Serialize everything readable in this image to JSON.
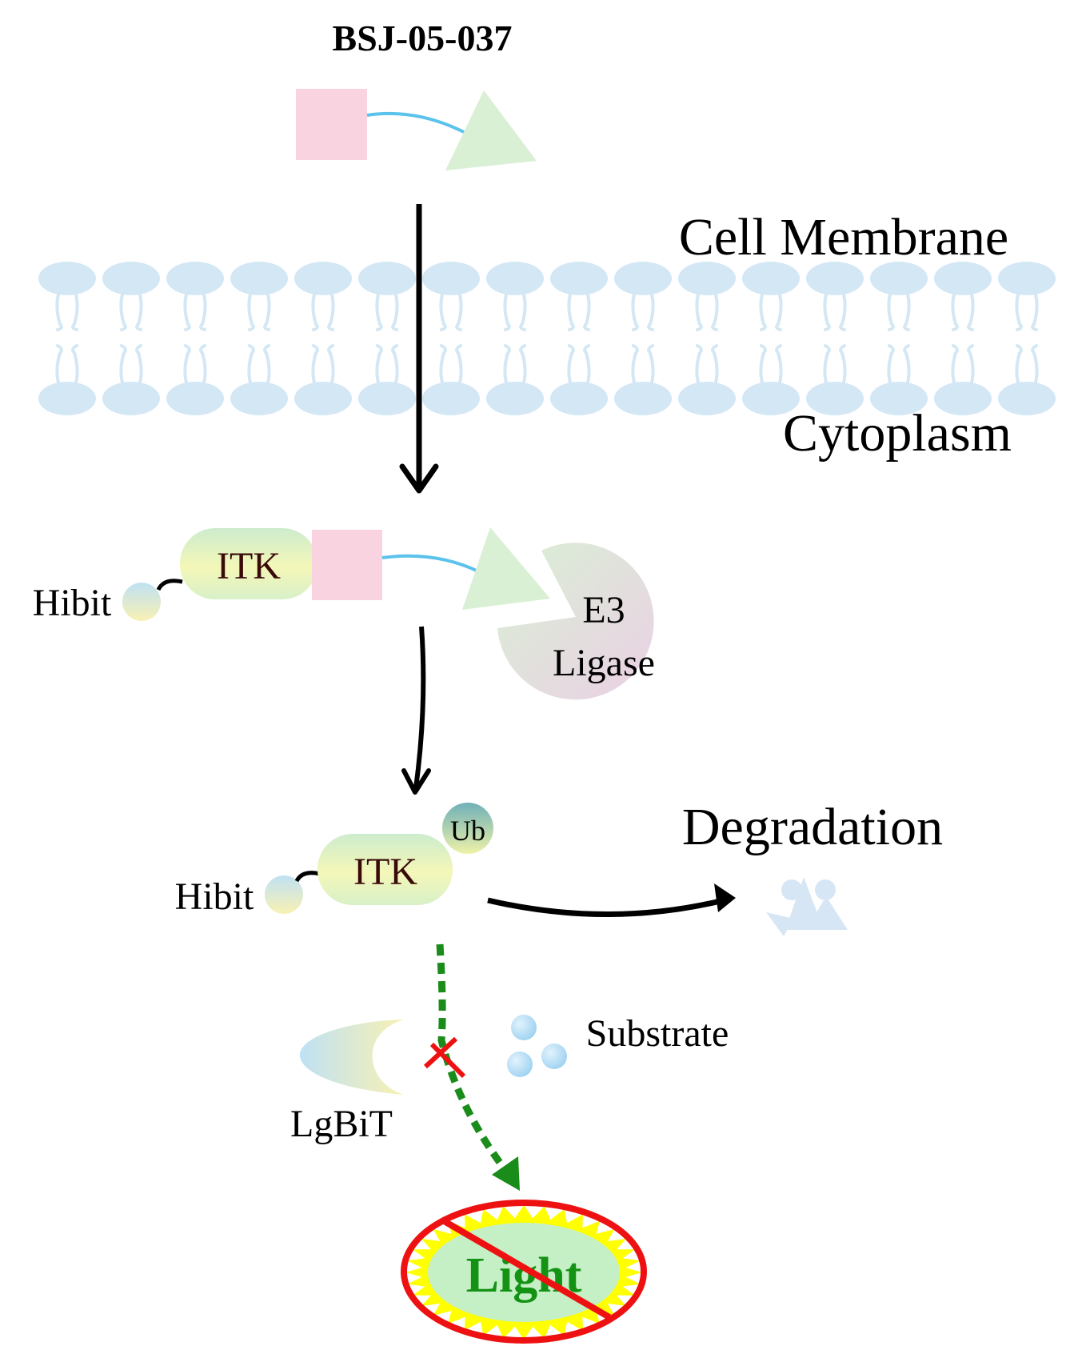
{
  "compound": {
    "name": "BSJ-05-037"
  },
  "membrane": {
    "outside_label": "Cell Membrane",
    "inside_label": "Cytoplasm"
  },
  "ternary_complex": {
    "tag_label": "Hibit",
    "protein_label": "ITK",
    "ligase_label_line1": "E3",
    "ligase_label_line2": "Ligase"
  },
  "ubiquitinated": {
    "tag_label": "Hibit",
    "protein_label": "ITK",
    "ub_label": "Ub"
  },
  "outcome": {
    "degradation_label": "Degradation"
  },
  "detection": {
    "lgbit_label": "LgBiT",
    "substrate_label": "Substrate",
    "light_label": "Light"
  },
  "colors": {
    "warhead_pink": "#f9d3e0",
    "e3_ligand_green": "#d9f0d4",
    "linker_blue": "#5bc2ec",
    "lipid_blue": "#d3e7f5",
    "blocked_red": "#ee1111",
    "flow_green": "#1a8c1a",
    "light_fill": "#c5efc5",
    "light_burst": "#ffff00"
  }
}
